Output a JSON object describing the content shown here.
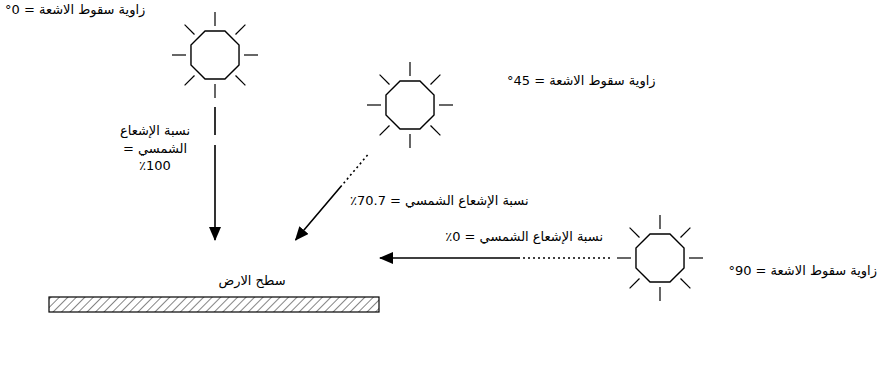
{
  "diagram": {
    "nodes": [
      {
        "text": [
          "زاوية سقوط الاشعة = 0°"
        ]
      },
      {
        "text": [
          "زاوية سقوط الاشعة = 45°"
        ]
      },
      {
        "text": [
          "سطح الارض"
        ]
      },
      {
        "text": [
          "زاوية سقوط الاشعة = 90°"
        ]
      }
    ],
    "edges": [
      {
        "from": 0,
        "to": 2,
        "arrow": "to",
        "label": "نسبة الإشعاع الشمسي = 100٪"
      },
      {
        "from": 1,
        "to": 2,
        "arrow": "to",
        "label": "نسبة الإشعاع الشمسي = 70.7٪"
      },
      {
        "from": 3,
        "to": 2,
        "arrow": "to",
        "label": "نسبة الإشعاع الشمسي = 0٪"
      }
    ]
  }
}
